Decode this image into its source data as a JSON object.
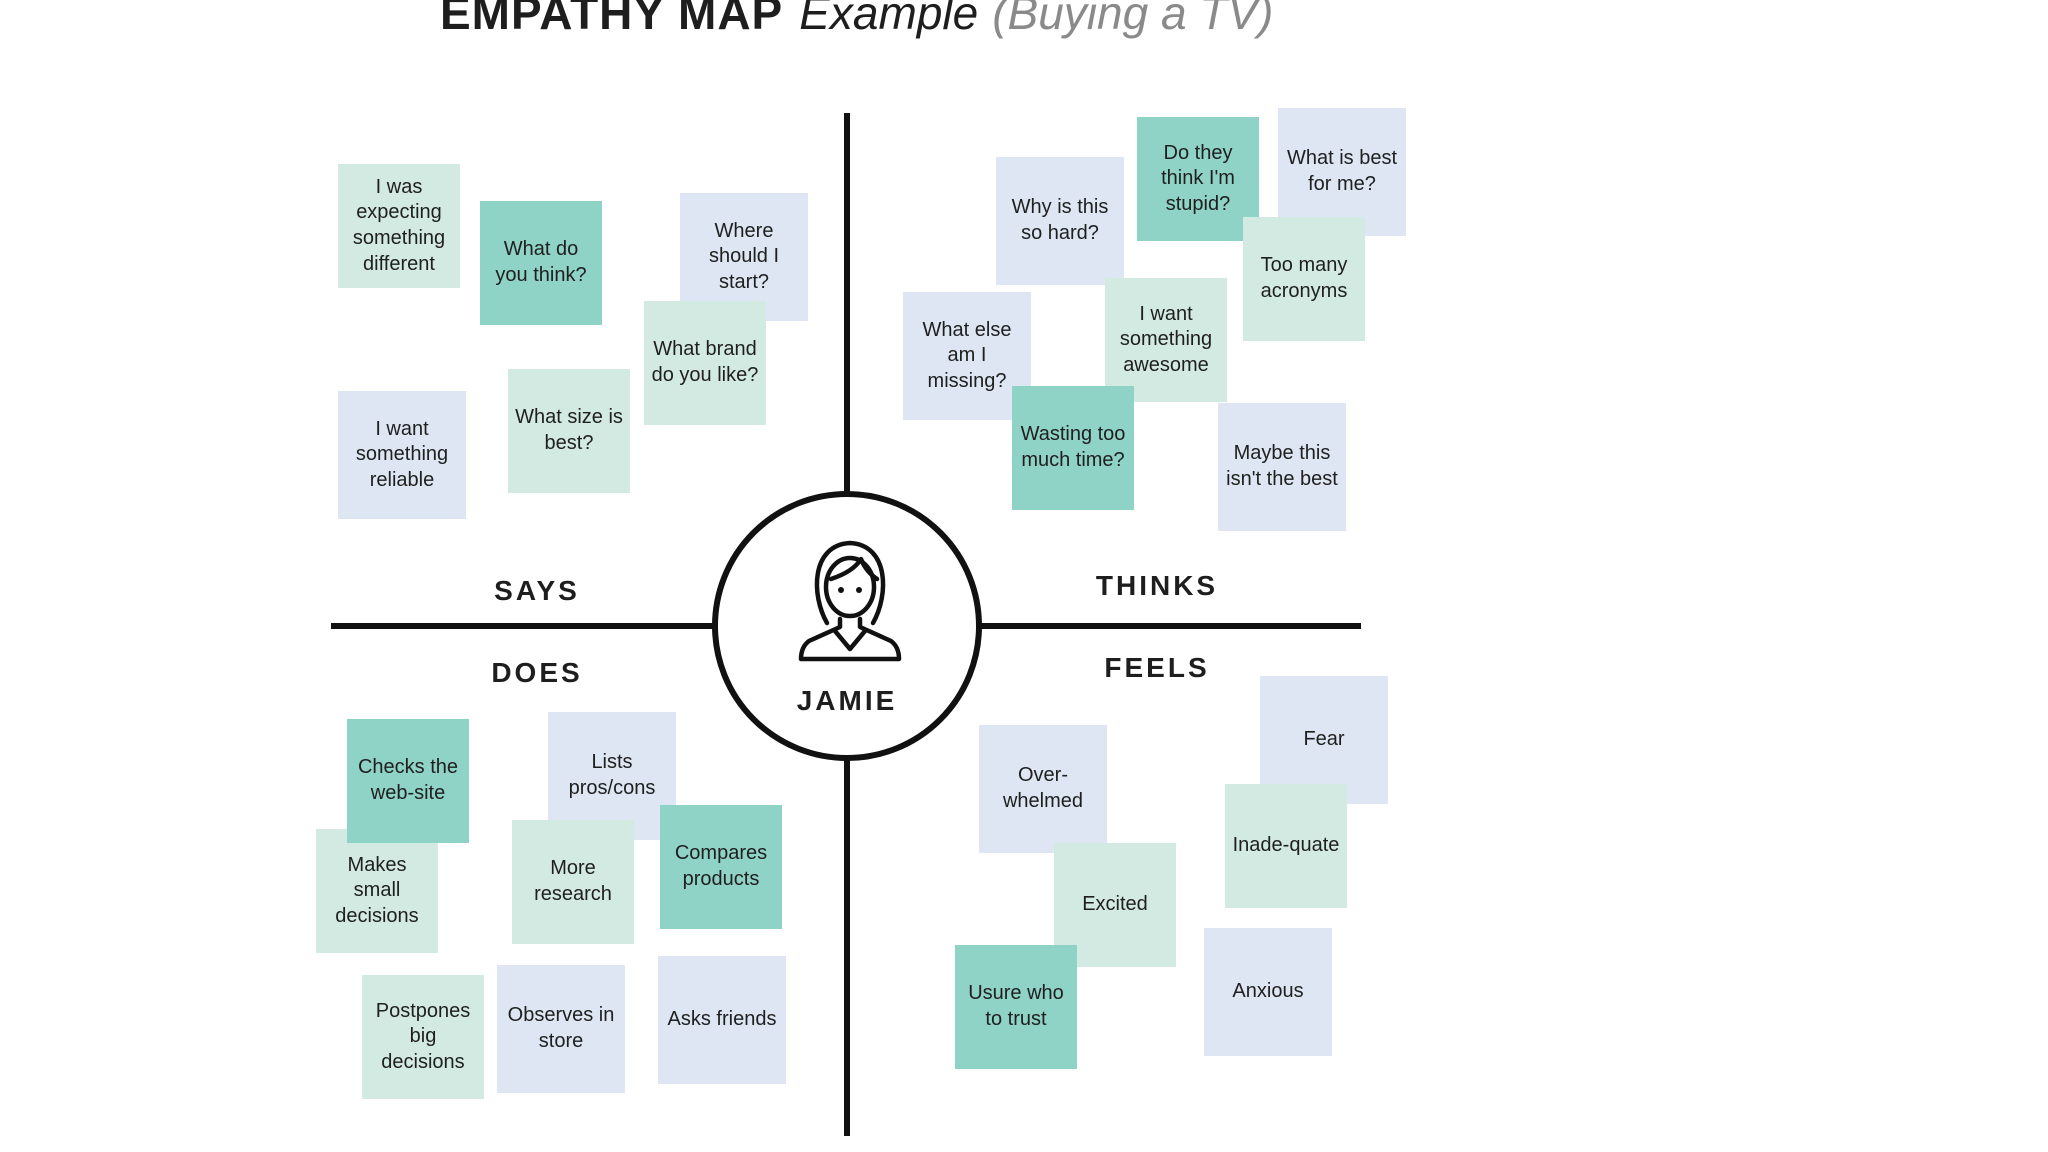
{
  "title": {
    "main": "EMPATHY MAP",
    "example": "Example",
    "paren": "(Buying a TV)"
  },
  "persona": {
    "name": "JAMIE",
    "icon": "person-icon"
  },
  "quadrants": {
    "says": "SAYS",
    "thinks": "THINKS",
    "does": "DOES",
    "feels": "FEELS"
  },
  "colors": {
    "blue_note": "#dde6f2",
    "mint_note": "#d3eae2",
    "teal_note": "#8fd3c6",
    "axis": "#111111"
  },
  "notes": {
    "says": [
      "I was expecting something different",
      "What do you think?",
      "Where should I start?",
      "What brand do you like?",
      "I want something reliable",
      "What size is best?"
    ],
    "thinks": [
      "Why is this so hard?",
      "Do they think I'm stupid?",
      "What is best for me?",
      "Too many acronyms",
      "What else am I missing?",
      "I want something awesome",
      "Wasting too much time?",
      "Maybe this isn't the best"
    ],
    "does": [
      "Checks the web-site",
      "Lists pros/cons",
      "Makes small decisions",
      "More research",
      "Compares products",
      "Postpones big decisions",
      "Observes in store",
      "Asks friends"
    ],
    "feels": [
      "Fear",
      "Over-whelmed",
      "Inade-quate",
      "Excited",
      "Usure who to trust",
      "Anxious"
    ]
  }
}
